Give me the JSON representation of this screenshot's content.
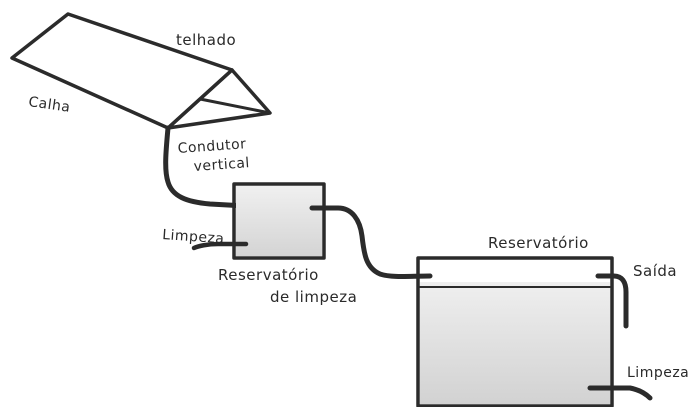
{
  "labels": {
    "roof": "telhado",
    "gutter": "Calha",
    "conductor_line1": "Condutor",
    "conductor_line2": "vertical",
    "cleaning_left": "Limpeza",
    "small_tank_line1": "Reservatório",
    "small_tank_line2": "de limpeza",
    "main_tank": "Reservatório",
    "outlet": "Saída",
    "cleaning_right": "Limpeza"
  },
  "colors": {
    "line": "#2b2b2b",
    "water_light": "#e9e9e9",
    "water_dark": "#d6d6d6",
    "background": "#ffffff"
  }
}
